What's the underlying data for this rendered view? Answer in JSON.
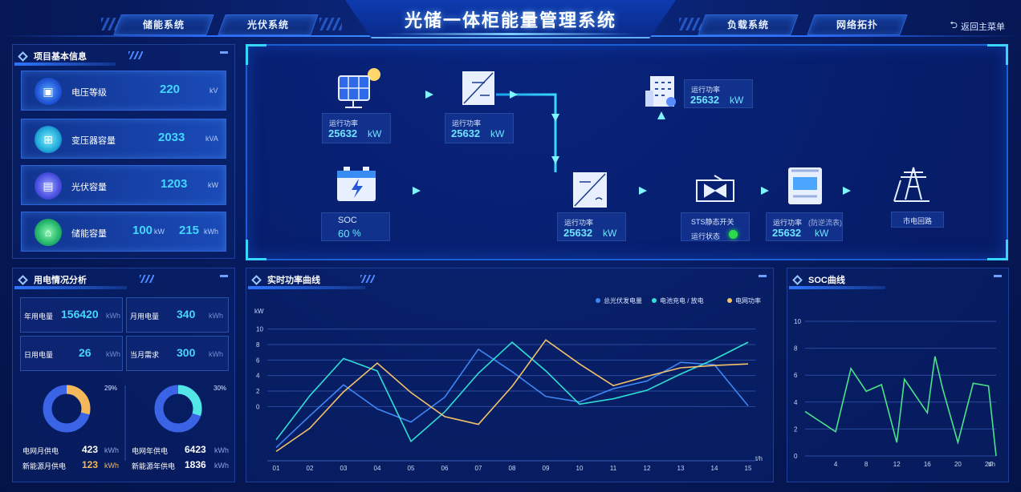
{
  "header": {
    "title": "光储一体柜能量管理系统",
    "nav_left": [
      "储能系统",
      "光伏系统"
    ],
    "nav_right": [
      "负载系统",
      "网络拓扑"
    ],
    "back_label": "返回主菜单"
  },
  "project_info": {
    "title": "项目基本信息",
    "items": [
      {
        "label": "电压等级",
        "value": "220",
        "unit": "kV",
        "icon": "voltage-icon"
      },
      {
        "label": "变压器容量",
        "value": "2033",
        "unit": "kVA",
        "icon": "transformer-icon"
      },
      {
        "label": "光伏容量",
        "value": "1203",
        "unit": "kW",
        "icon": "solar-icon"
      },
      {
        "label": "储能容量",
        "value": "100",
        "unit": "kW",
        "value2": "215",
        "unit2": "kWh",
        "icon": "battery-icon"
      }
    ]
  },
  "flow": {
    "pv": {
      "label": "运行功率",
      "value": "25632",
      "unit": "kW"
    },
    "pv_inverter": {
      "label": "运行功率",
      "value": "25632",
      "unit": "kW"
    },
    "load": {
      "label": "运行功率",
      "value": "25632",
      "unit": "kW"
    },
    "battery": {
      "label": "SOC",
      "value": "60",
      "unit": "%"
    },
    "pcs": {
      "label": "运行功率",
      "value": "25632",
      "unit": "kW"
    },
    "sts": {
      "label": "STS静态开关",
      "status_label": "运行状态",
      "status_color": "#2bd94a"
    },
    "meter": {
      "label": "运行功率",
      "note": "(防逆流表)",
      "value": "25632",
      "unit": "kW"
    },
    "grid": {
      "label": "市电回路"
    }
  },
  "consumption": {
    "title": "用电情况分析",
    "stats": [
      {
        "label": "年用电量",
        "value": "156420",
        "unit": "kWh"
      },
      {
        "label": "月用电量",
        "value": "340",
        "unit": "kWh"
      },
      {
        "label": "日用电量",
        "value": "26",
        "unit": "kWh"
      },
      {
        "label": "当月需求",
        "value": "300",
        "unit": "kWh"
      }
    ],
    "donut_left": {
      "percent": 29,
      "percent_label": "29%",
      "color": "#f3b85a",
      "rows": [
        {
          "label": "电网月供电",
          "value": "423",
          "unit": "kWh",
          "color": "#ffffff"
        },
        {
          "label": "新能源月供电",
          "value": "123",
          "unit": "kWh",
          "color": "#f3b85a"
        }
      ]
    },
    "donut_right": {
      "percent": 30,
      "percent_label": "30%",
      "color": "#53e6e6",
      "rows": [
        {
          "label": "电网年供电",
          "value": "6423",
          "unit": "kWh",
          "color": "#ffffff"
        },
        {
          "label": "新能源年供电",
          "value": "1836",
          "unit": "kWh",
          "color": "#ffffff"
        }
      ]
    }
  },
  "power_chart_panel": {
    "title": "实时功率曲线"
  },
  "soc_chart_panel": {
    "title": "SOC曲线"
  },
  "chart_data": [
    {
      "type": "line",
      "ylabel": "kW",
      "xlabel": "t/h",
      "categories": [
        "01",
        "02",
        "03",
        "04",
        "05",
        "06",
        "07",
        "08",
        "09",
        "10",
        "11",
        "12",
        "13",
        "14",
        "15"
      ],
      "yticks": [
        "10",
        "8",
        "6",
        "4",
        "2",
        "0"
      ],
      "legend_position": "top-right",
      "series": [
        {
          "name": "总光伏发电量",
          "color": "#3f86f5",
          "values": [
            -5.3,
            -1.2,
            2.8,
            -0.3,
            -2.0,
            1.2,
            7.4,
            4.5,
            1.3,
            0.6,
            2.3,
            3.3,
            5.7,
            5.4,
            0.1
          ]
        },
        {
          "name": "电池充电 / 放电",
          "color": "#2fe0d6",
          "values": [
            -4.3,
            1.4,
            6.2,
            4.6,
            -4.5,
            -0.7,
            4.3,
            8.3,
            4.6,
            0.3,
            1.0,
            2.1,
            4.2,
            6.1,
            8.3
          ]
        },
        {
          "name": "电网功率",
          "color": "#f3c26a",
          "values": [
            -5.8,
            -2.8,
            1.9,
            5.6,
            1.8,
            -1.3,
            -2.3,
            2.6,
            8.6,
            5.5,
            2.7,
            3.9,
            5.0,
            5.3,
            5.5
          ]
        }
      ]
    },
    {
      "type": "line",
      "xlabel": "t/h",
      "xlim": [
        0,
        25
      ],
      "ylim": [
        0,
        10
      ],
      "xticks": [
        "4",
        "8",
        "12",
        "16",
        "20",
        "24"
      ],
      "yticks": [
        "10",
        "8",
        "6",
        "4",
        "2",
        "0"
      ],
      "series": [
        {
          "color": "#4be38a",
          "x": [
            0,
            4,
            6,
            8,
            10,
            12,
            13,
            16,
            17,
            18,
            20,
            22,
            24,
            25
          ],
          "y": [
            3.3,
            1.8,
            6.5,
            4.8,
            5.3,
            1.0,
            5.7,
            3.2,
            7.4,
            5.0,
            1.0,
            5.4,
            5.2,
            0
          ]
        }
      ]
    }
  ]
}
